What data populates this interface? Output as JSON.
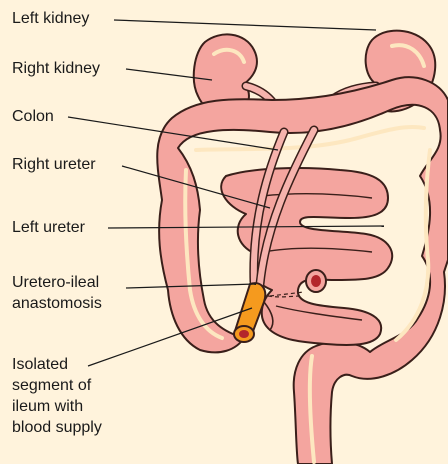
{
  "labels": {
    "left_kidney": "Left kidney",
    "right_kidney": "Right kidney",
    "colon": "Colon",
    "right_ureter": "Right ureter",
    "left_ureter": "Left ureter",
    "anastomosis_line1": "Uretero-ileal",
    "anastomosis_line2": "anastomosis",
    "isolated_line1": "Isolated",
    "isolated_line2": "segment of",
    "isolated_line3": "ileum with",
    "isolated_line4": "blood supply"
  },
  "colors": {
    "background": "#fff3dc",
    "organ_fill": "#f4a59f",
    "organ_outline": "#3a1f1a",
    "highlight": "#fde7c0",
    "ileal_segment": "#f59a1e",
    "ileal_lumen": "#b3262b"
  }
}
